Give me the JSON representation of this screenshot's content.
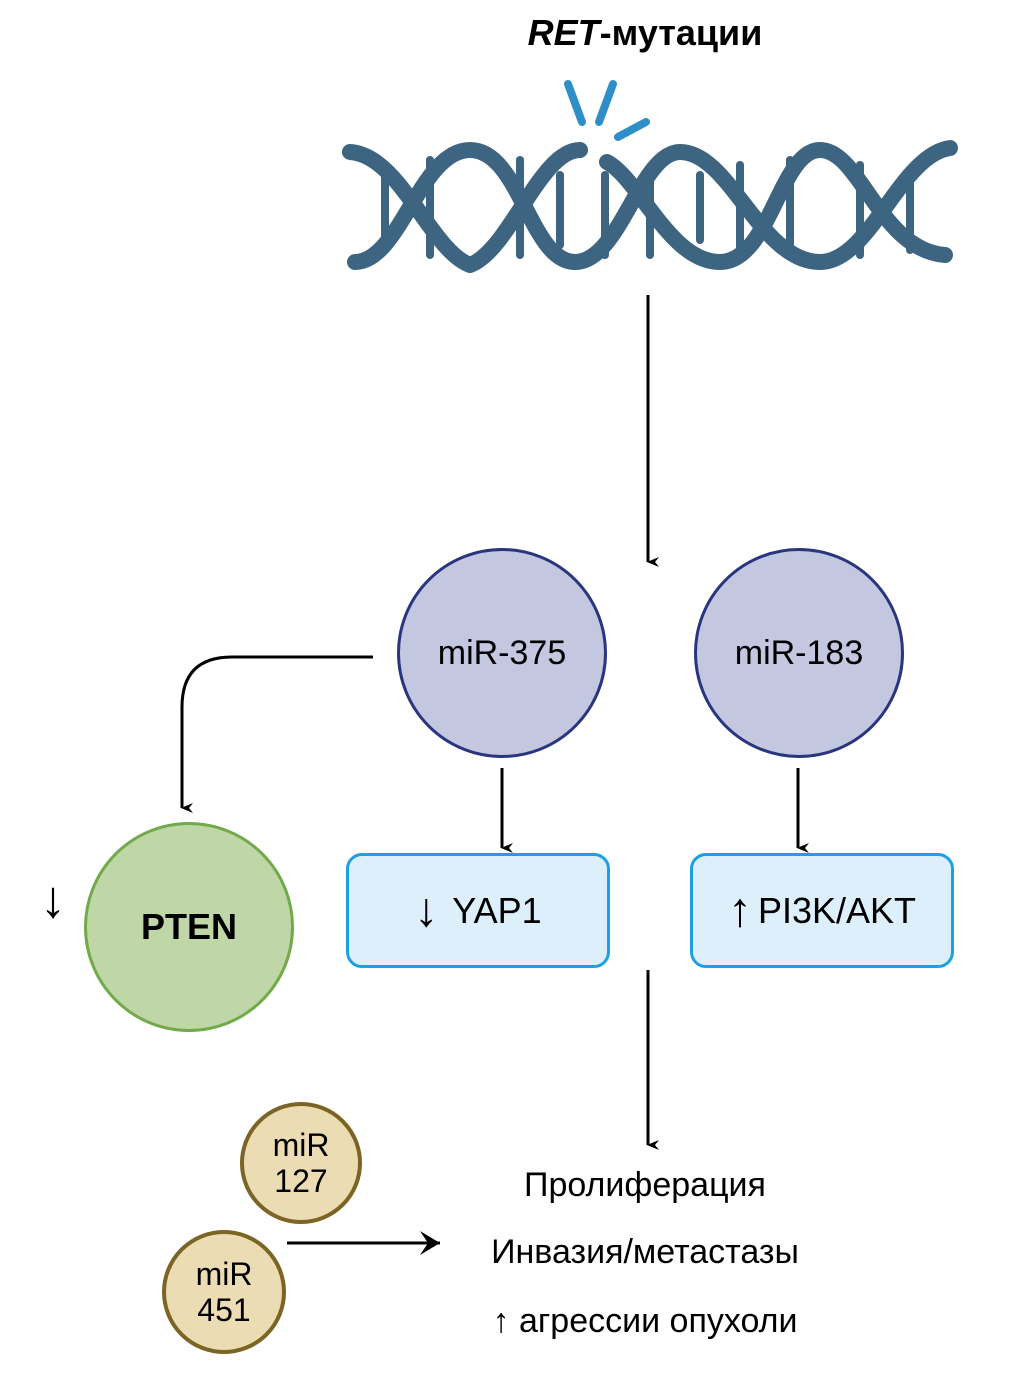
{
  "title": {
    "gene": "RET",
    "suffix": "-мутации"
  },
  "dna_icon": {
    "name": "dna-helix",
    "strand_color": "#3d6480",
    "spark_color": "#2e8ec9"
  },
  "nodes": {
    "mir375": {
      "label": "miR-375",
      "fill": "#c3c8e0",
      "stroke": "#2a3580"
    },
    "mir183": {
      "label": "miR-183",
      "fill": "#c3c8e0",
      "stroke": "#2a3580"
    },
    "pten": {
      "label": "PTEN",
      "fill": "#bfd7a6",
      "stroke": "#72a94a",
      "direction": "↓"
    },
    "yap1": {
      "label": "YAP1",
      "direction": "↓"
    },
    "pi3k": {
      "label": "PI3K/AKT",
      "direction": "↑"
    },
    "mir127": {
      "line1": "miR",
      "line2": "127"
    },
    "mir451": {
      "line1": "miR",
      "line2": "451"
    }
  },
  "outcomes": [
    "Пролиферация",
    "Инвазия/метастазы",
    "↑ агрессии опухоли"
  ]
}
